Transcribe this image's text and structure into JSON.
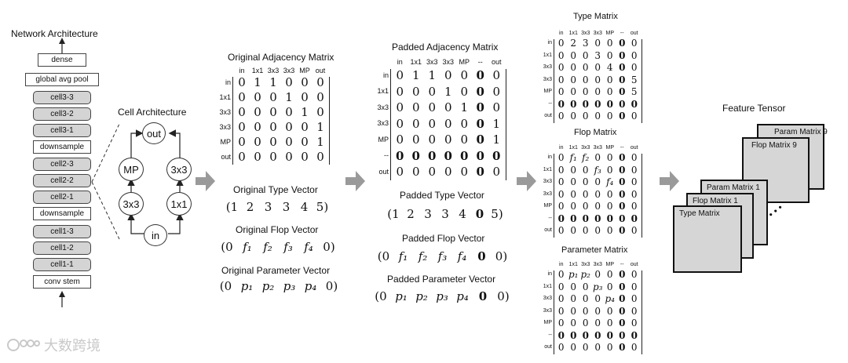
{
  "network": {
    "title": "Network Architecture",
    "blocks": [
      "dense",
      "global avg pool",
      "cell3-3",
      "cell3-2",
      "cell3-1",
      "downsample",
      "cell2-3",
      "cell2-2",
      "cell2-1",
      "downsample",
      "cell1-3",
      "cell1-2",
      "cell1-1",
      "conv stem"
    ],
    "cell_flags": [
      false,
      false,
      true,
      true,
      true,
      false,
      true,
      true,
      true,
      false,
      true,
      true,
      true,
      false
    ]
  },
  "cell": {
    "title": "Cell Architecture",
    "nodes": {
      "out": "out",
      "mp": "MP",
      "c3a": "3x3",
      "c3b": "3x3",
      "c1": "1x1",
      "in": "in"
    }
  },
  "original": {
    "adj_title": "Original Adjacency Matrix",
    "cols": [
      "in",
      "1x1",
      "3x3",
      "3x3",
      "MP",
      "out"
    ],
    "rows": [
      "in",
      "1x1",
      "3x3",
      "3x3",
      "MP",
      "out"
    ],
    "matrix": [
      [
        "0",
        "1",
        "1",
        "0",
        "0",
        "0"
      ],
      [
        "0",
        "0",
        "0",
        "1",
        "0",
        "0"
      ],
      [
        "0",
        "0",
        "0",
        "0",
        "1",
        "0"
      ],
      [
        "0",
        "0",
        "0",
        "0",
        "0",
        "1"
      ],
      [
        "0",
        "0",
        "0",
        "0",
        "0",
        "1"
      ],
      [
        "0",
        "0",
        "0",
        "0",
        "0",
        "0"
      ]
    ],
    "type_title": "Original Type Vector",
    "type_vec": [
      "(1",
      "2",
      "3",
      "3",
      "4",
      "5)"
    ],
    "flop_title": "Original Flop Vector",
    "flop_vec": [
      "(0",
      "f₁",
      "f₂",
      "f₃",
      "f₄",
      "0)"
    ],
    "param_title": "Original Parameter Vector",
    "param_vec": [
      "(0",
      "p₁",
      "p₂",
      "p₃",
      "p₄",
      "0)"
    ]
  },
  "padded": {
    "adj_title": "Padded Adjacency Matrix",
    "cols": [
      "in",
      "1x1",
      "3x3",
      "3x3",
      "MP",
      "--",
      "out"
    ],
    "rows": [
      "in",
      "1x1",
      "3x3",
      "3x3",
      "MP",
      "--",
      "out"
    ],
    "matrix": [
      [
        "0",
        "1",
        "1",
        "0",
        "0",
        "0",
        "0"
      ],
      [
        "0",
        "0",
        "0",
        "1",
        "0",
        "0",
        "0"
      ],
      [
        "0",
        "0",
        "0",
        "0",
        "1",
        "0",
        "0"
      ],
      [
        "0",
        "0",
        "0",
        "0",
        "0",
        "0",
        "1"
      ],
      [
        "0",
        "0",
        "0",
        "0",
        "0",
        "0",
        "1"
      ],
      [
        "0",
        "0",
        "0",
        "0",
        "0",
        "0",
        "0"
      ],
      [
        "0",
        "0",
        "0",
        "0",
        "0",
        "0",
        "0"
      ]
    ],
    "type_title": "Padded Type Vector",
    "type_vec": [
      "(1",
      "2",
      "3",
      "3",
      "4",
      "0",
      "5)"
    ],
    "flop_title": "Padded Flop Vector",
    "flop_vec": [
      "(0",
      "f₁",
      "f₂",
      "f₃",
      "f₄",
      "0",
      "0)"
    ],
    "param_title": "Padded Parameter Vector",
    "param_vec": [
      "(0",
      "p₁",
      "p₂",
      "p₃",
      "p₄",
      "0",
      "0)"
    ]
  },
  "type_matrix": {
    "title": "Type Matrix",
    "cols": [
      "in",
      "1x1",
      "3x3",
      "3x3",
      "MP",
      "--",
      "out"
    ],
    "rows": [
      "in",
      "1x1",
      "3x3",
      "3x3",
      "MP",
      "--",
      "out"
    ],
    "matrix": [
      [
        "0",
        "2",
        "3",
        "0",
        "0",
        "0",
        "0"
      ],
      [
        "0",
        "0",
        "0",
        "3",
        "0",
        "0",
        "0"
      ],
      [
        "0",
        "0",
        "0",
        "0",
        "4",
        "0",
        "0"
      ],
      [
        "0",
        "0",
        "0",
        "0",
        "0",
        "0",
        "5"
      ],
      [
        "0",
        "0",
        "0",
        "0",
        "0",
        "0",
        "5"
      ],
      [
        "0",
        "0",
        "0",
        "0",
        "0",
        "0",
        "0"
      ],
      [
        "0",
        "0",
        "0",
        "0",
        "0",
        "0",
        "0"
      ]
    ]
  },
  "flop_matrix": {
    "title": "Flop Matrix",
    "cols": [
      "in",
      "1x1",
      "3x3",
      "3x3",
      "MP",
      "--",
      "out"
    ],
    "rows": [
      "in",
      "1x1",
      "3x3",
      "3x3",
      "MP",
      "--",
      "out"
    ],
    "matrix": [
      [
        "0",
        "f₁",
        "f₂",
        "0",
        "0",
        "0",
        "0"
      ],
      [
        "0",
        "0",
        "0",
        "f₃",
        "0",
        "0",
        "0"
      ],
      [
        "0",
        "0",
        "0",
        "0",
        "f₄",
        "0",
        "0"
      ],
      [
        "0",
        "0",
        "0",
        "0",
        "0",
        "0",
        "0"
      ],
      [
        "0",
        "0",
        "0",
        "0",
        "0",
        "0",
        "0"
      ],
      [
        "0",
        "0",
        "0",
        "0",
        "0",
        "0",
        "0"
      ],
      [
        "0",
        "0",
        "0",
        "0",
        "0",
        "0",
        "0"
      ]
    ]
  },
  "param_matrix": {
    "title": "Parameter Matrix",
    "cols": [
      "in",
      "1x1",
      "3x3",
      "3x3",
      "MP",
      "--",
      "out"
    ],
    "rows": [
      "in",
      "1x1",
      "3x3",
      "3x3",
      "MP",
      "--",
      "out"
    ],
    "matrix": [
      [
        "0",
        "p₁",
        "p₂",
        "0",
        "0",
        "0",
        "0"
      ],
      [
        "0",
        "0",
        "0",
        "p₃",
        "0",
        "0",
        "0"
      ],
      [
        "0",
        "0",
        "0",
        "0",
        "p₄",
        "0",
        "0"
      ],
      [
        "0",
        "0",
        "0",
        "0",
        "0",
        "0",
        "0"
      ],
      [
        "0",
        "0",
        "0",
        "0",
        "0",
        "0",
        "0"
      ],
      [
        "0",
        "0",
        "0",
        "0",
        "0",
        "0",
        "0"
      ],
      [
        "0",
        "0",
        "0",
        "0",
        "0",
        "0",
        "0"
      ]
    ]
  },
  "tensor": {
    "title": "Feature Tensor",
    "sheets": [
      "Param Matrix 9",
      "Flop Matrix 9",
      "Param Matrix 1",
      "Flop Matrix 1",
      "Type Matrix"
    ],
    "ellipsis": "•  •  •"
  },
  "watermark": {
    "text": "大数跨境"
  }
}
